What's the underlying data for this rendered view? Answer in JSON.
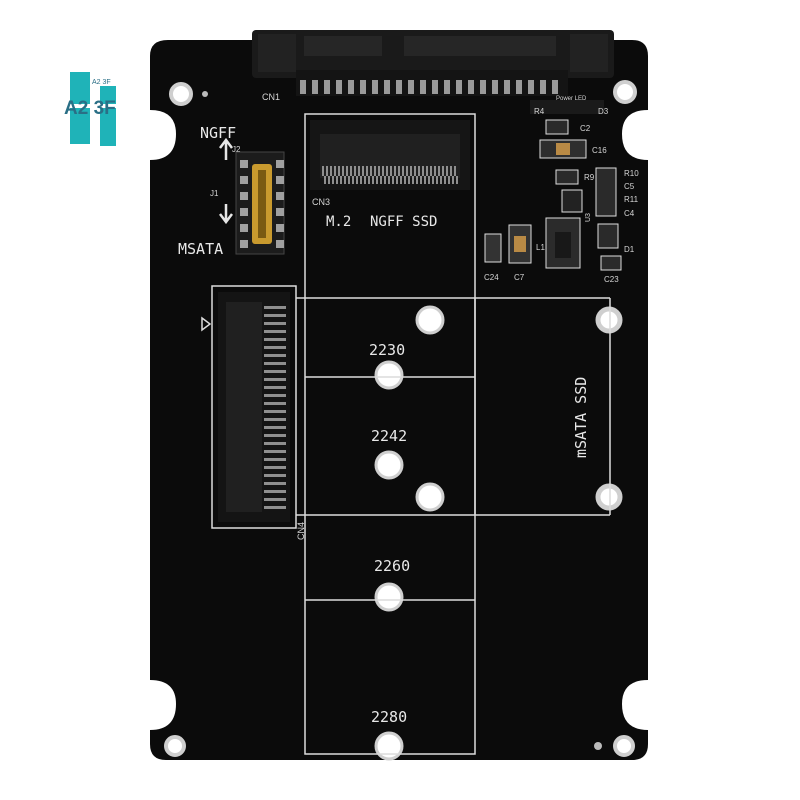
{
  "logo": {
    "text": "A2 3F",
    "small_text": "A2 3F",
    "color": "#1fb3b8"
  },
  "board": {
    "colors": {
      "pcb": "#0b0b0b",
      "silkscreen": "#e8e8e8",
      "gold": "#c99a2e",
      "connector": "#1e1e1e"
    },
    "labels": {
      "ngff": "NGFF",
      "msata": "MSATA",
      "m2_title": "M.2",
      "ngff_ssd": "NGFF SSD",
      "msata_ssd": "mSATA SSD",
      "cn1": "CN1",
      "cn3": "CN3",
      "cn4": "CN4",
      "j1": "J1",
      "j2": "J2",
      "r4": "R4",
      "power": "Power LED",
      "d3": "D3",
      "c2": "C2",
      "c16": "C16",
      "r9": "R9",
      "r10": "R10",
      "c5": "C5",
      "r11": "R11",
      "c4": "C4",
      "u3": "U3",
      "l1": "L1",
      "d1": "D1",
      "c24": "C24",
      "c7": "C7",
      "c23": "C23"
    },
    "sizes": [
      "2230",
      "2242",
      "2260",
      "2280"
    ]
  }
}
